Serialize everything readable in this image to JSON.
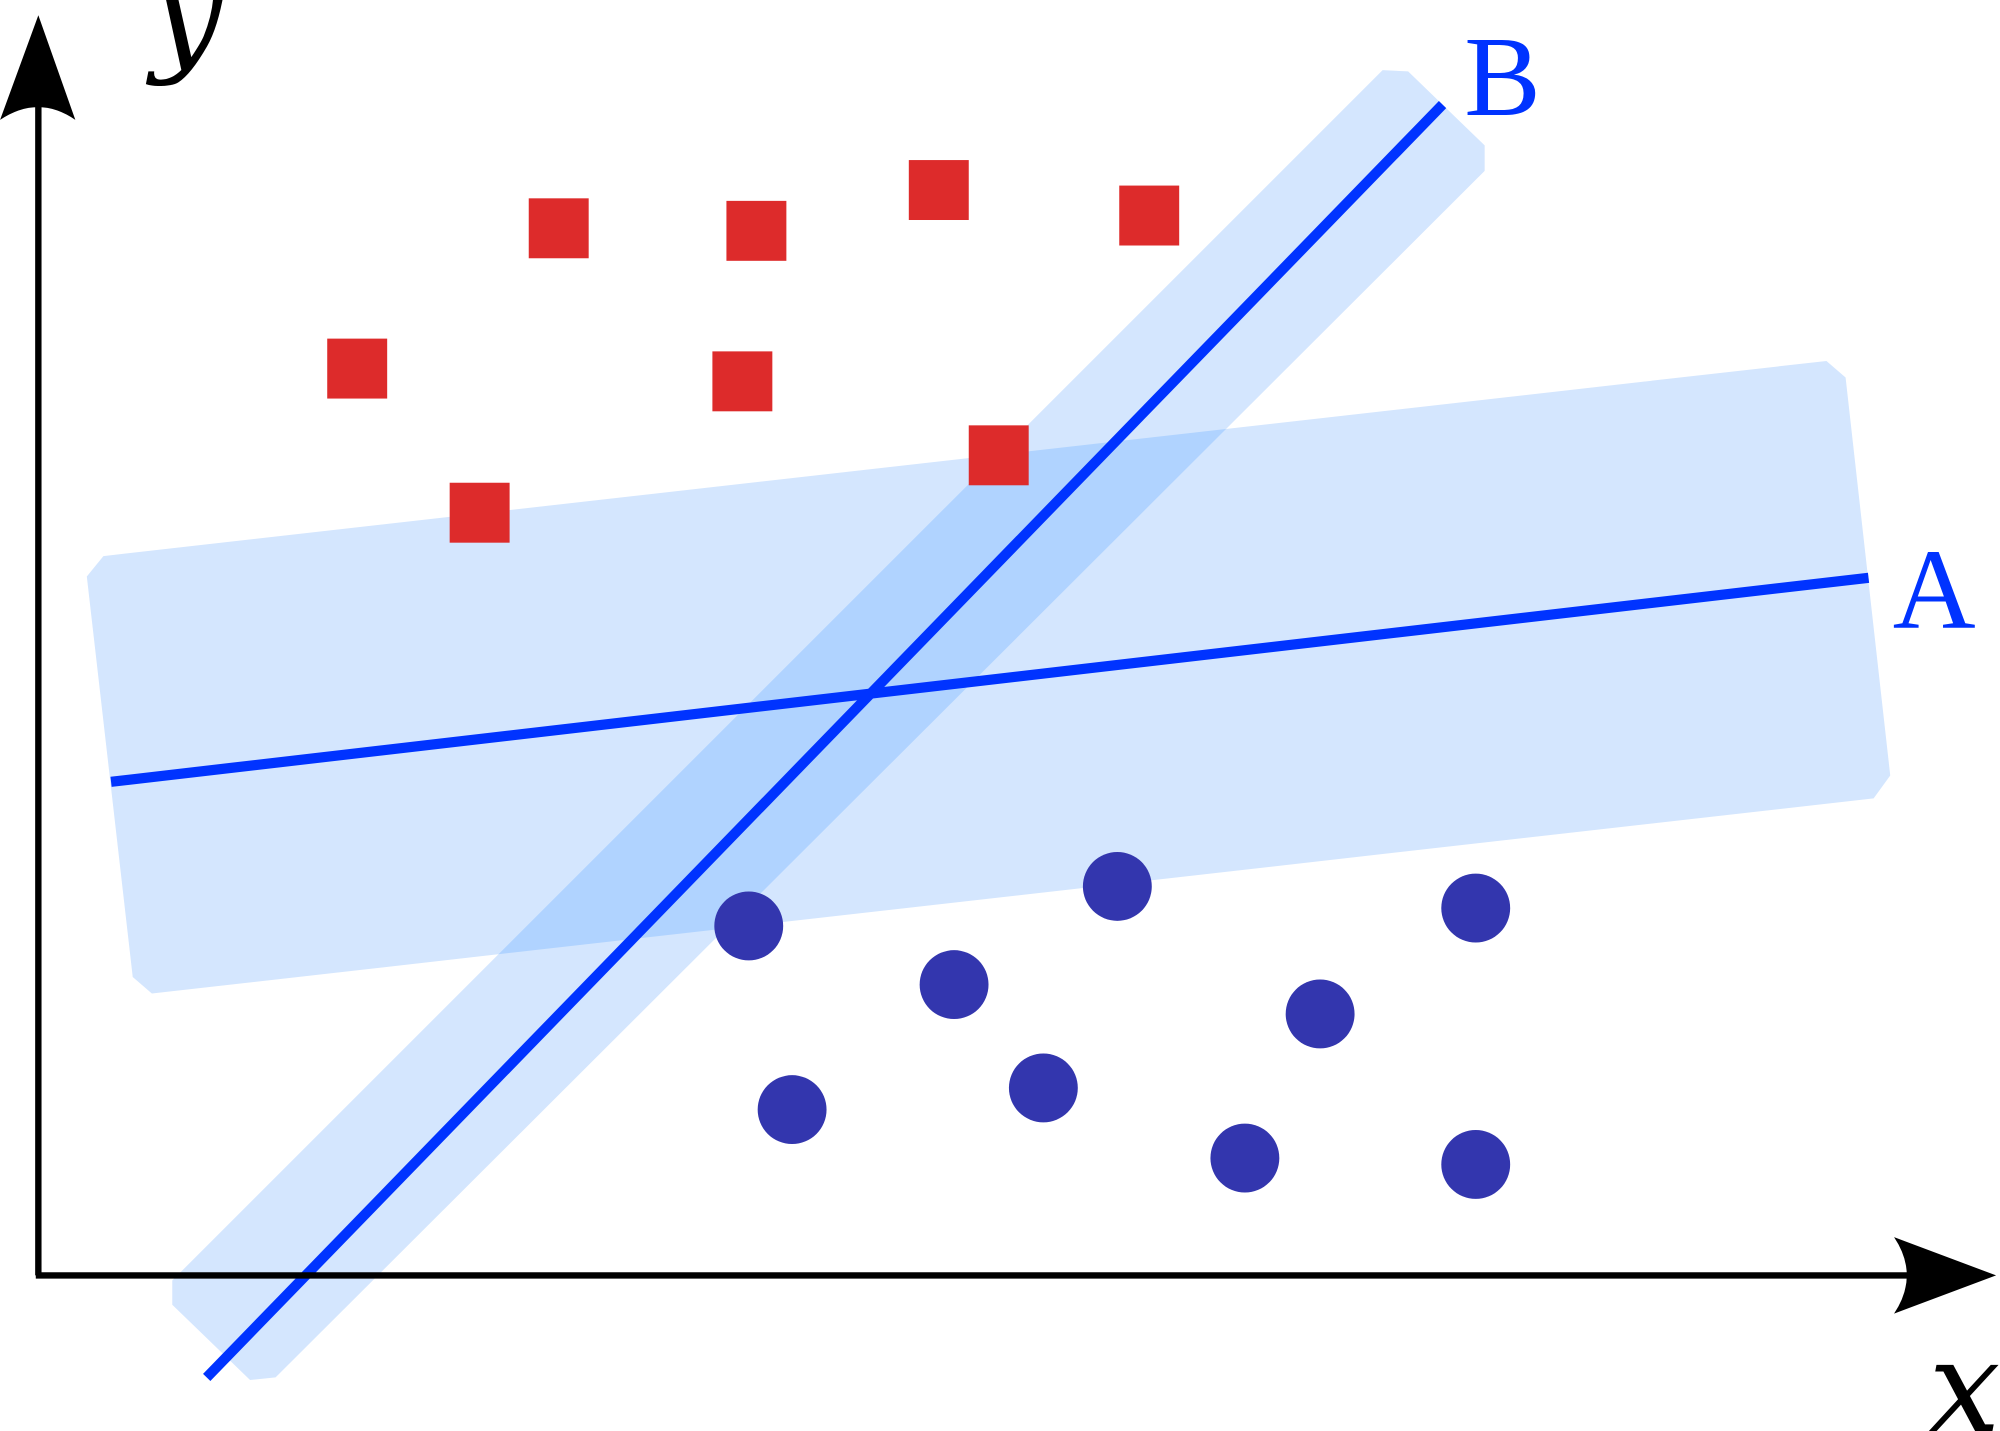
{
  "axes": {
    "x_label": "x",
    "y_label": "y"
  },
  "lines": {
    "a_label": "A",
    "b_label": "B"
  },
  "colors": {
    "margin_band": "#d4e6fe",
    "margin_overlap": "#b0d3ff",
    "separator_line": "#0033ff",
    "class_square": "#dd2b2b",
    "class_circle": "#3336ae",
    "axis": "#000000"
  }
}
